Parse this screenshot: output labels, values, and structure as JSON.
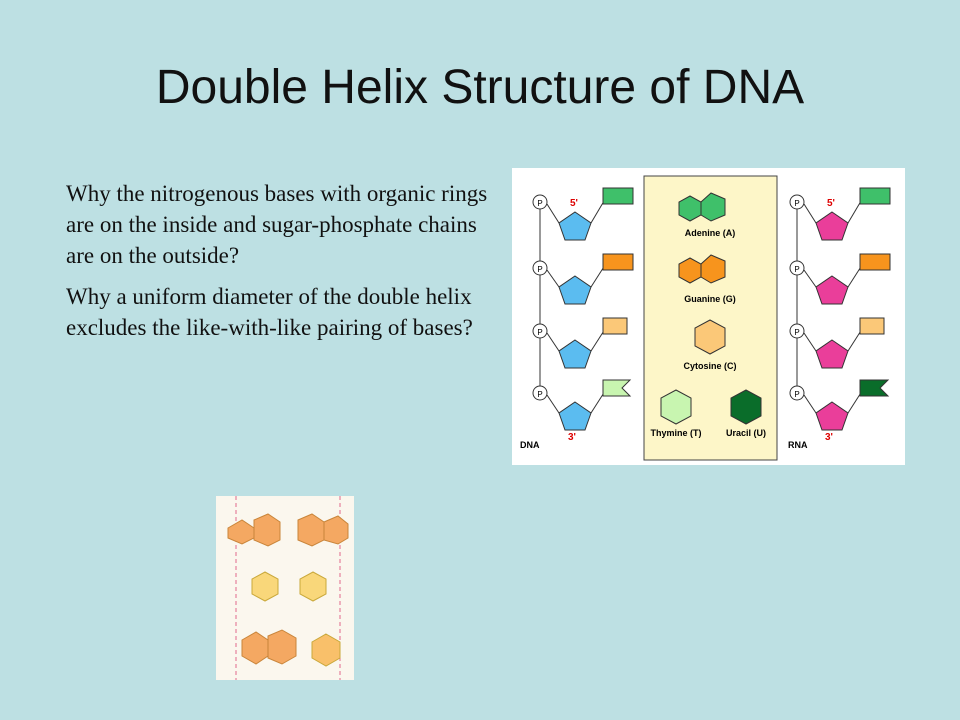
{
  "slide": {
    "title": "Double Helix Structure of DNA",
    "paragraphs": [
      "Why the nitrogenous bases with organic rings are on the inside and sugar-phosphate chains are on the outside?",
      "Why a uniform diameter of the double helix excludes the like-with-like pairing of bases?"
    ]
  },
  "figure": {
    "dna_label": "DNA",
    "rna_label": "RNA",
    "five_prime": "5'",
    "three_prime": "3'",
    "phosphate": "P",
    "bases": {
      "adenine": "Adenine (A)",
      "guanine": "Guanine (G)",
      "cytosine": "Cytosine (C)",
      "thymine": "Thymine (T)",
      "uracil": "Uracil (U)"
    }
  },
  "colors": {
    "background": "#bde0e3",
    "dna_sugar": "#5bbcf0",
    "rna_sugar": "#ea3e9a",
    "adenine": "#3fc06a",
    "guanine": "#f7941d",
    "cytosine": "#fbc878",
    "thymine": "#c8f5b0",
    "uracil": "#0a6d2a",
    "panel": "#fdf6c8"
  }
}
